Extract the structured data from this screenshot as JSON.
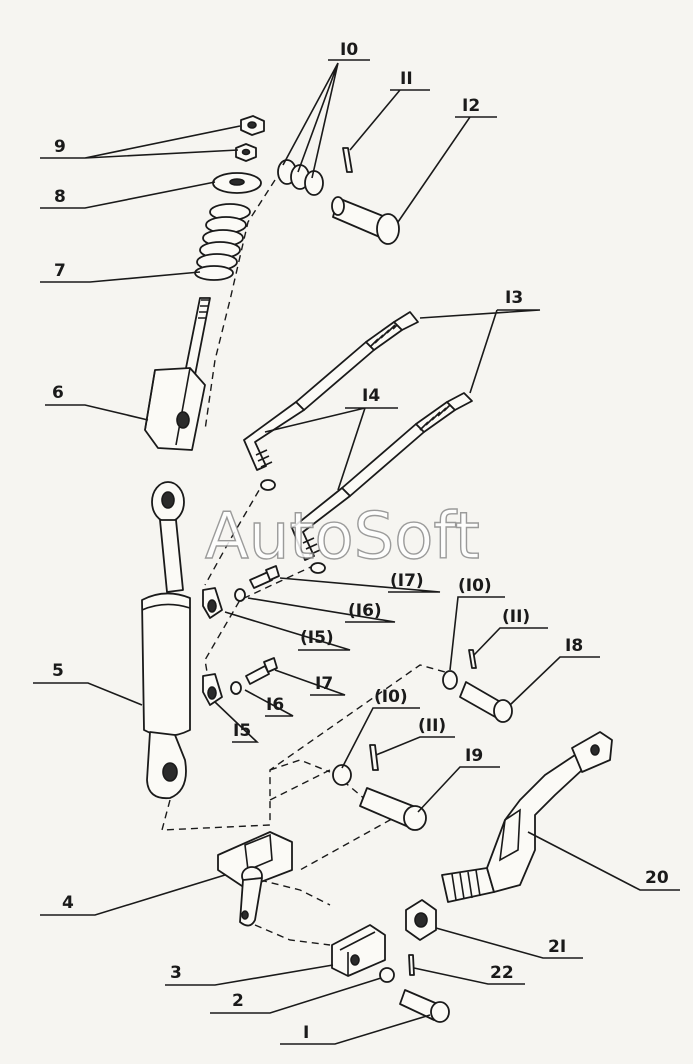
{
  "watermark": "AutoSoft",
  "labels": {
    "l1": "I",
    "l2": "2",
    "l3": "3",
    "l4": "4",
    "l5": "5",
    "l6": "6",
    "l7": "7",
    "l8": "8",
    "l9": "9",
    "l10": "I0",
    "l11": "II",
    "l12": "I2",
    "l13": "I3",
    "l14": "I4",
    "l15": "I5",
    "l15p": "(I5)",
    "l16": "I6",
    "l16p": "(I6)",
    "l17": "I7",
    "l17p": "(I7)",
    "l18": "I8",
    "l19": "I9",
    "l20": "20",
    "l21": "2I",
    "l22": "22",
    "l10a": "(I0)",
    "l11a": "(II)",
    "l10b": "(I0)",
    "l11b": "(II)"
  }
}
